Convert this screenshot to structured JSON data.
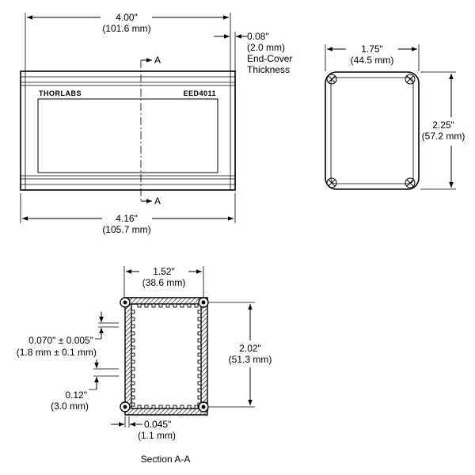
{
  "front_view": {
    "width_label": "4.00\"",
    "width_label_mm": "(101.6 mm)",
    "overall_label": "4.16\"",
    "overall_label_mm": "(105.7 mm)",
    "endcover_label": "0.08\"",
    "endcover_label_mm": "(2.0 mm)",
    "endcover_caption_1": "End-Cover",
    "endcover_caption_2": "Thickness",
    "section_marker_top": "A",
    "section_marker_bottom": "A",
    "logo_left": "THORLABS",
    "logo_right": "EED4011"
  },
  "end_view": {
    "width_label": "1.75\"",
    "width_label_mm": "(44.5 mm)",
    "height_label": "2.25\"",
    "height_label_mm": "(57.2 mm)"
  },
  "section_view": {
    "width_label": "1.52\"",
    "width_label_mm": "(38.6 mm)",
    "height_label": "2.02\"",
    "height_label_mm": "(51.3 mm)",
    "fin_label": "0.070\" ± 0.005\"",
    "fin_label_mm": "(1.8 mm ± 0.1 mm)",
    "pitch_label": "0.12\"",
    "pitch_label_mm": "(3.0 mm)",
    "wall_label": "0.045\"",
    "wall_label_mm": "(1.1 mm)",
    "caption": "Section A-A"
  },
  "colors": {
    "line": "#000000",
    "background": "#ffffff"
  }
}
